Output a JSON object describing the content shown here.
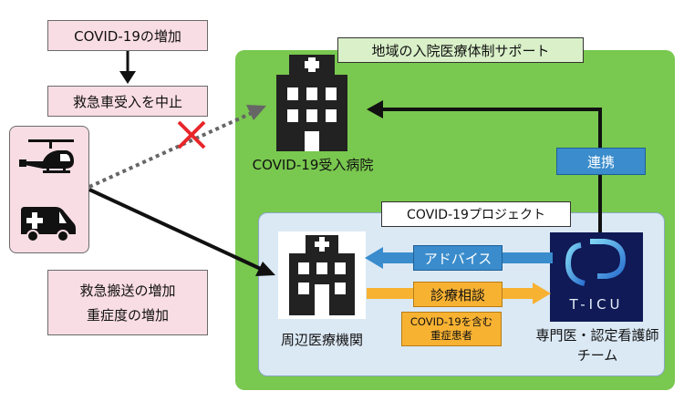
{
  "covid_increase": "COVID-19の増加",
  "stop_acceptance": "救急車受入を中止",
  "regional_support": "地域の入院医療体制サポート",
  "covid_hospital": "COVID-19受入病院",
  "cooperation": "連携",
  "covid_project": "COVID-19プロジェクト",
  "advice": "アドバイス",
  "consultation": "診療相談",
  "severe_patients_line1": "COVID-19を含む",
  "severe_patients_line2": "重症患者",
  "local_facilities": "周辺医療機関",
  "specialists_line1": "専門医・認定看護師",
  "specialists_line2": "チーム",
  "transport_increase": "救急搬送の増加",
  "severity_increase": "重症度の増加",
  "ticu_logo": "T-ICU",
  "colors": {
    "pink": "#f9dde4",
    "green": "#79c84f",
    "light_blue": "#dbe9f5",
    "blue_arrow": "#3a8ccc",
    "orange_arrow": "#f8b232",
    "red_cross": "#e8262a",
    "navy_logo": "#0f1a56"
  }
}
